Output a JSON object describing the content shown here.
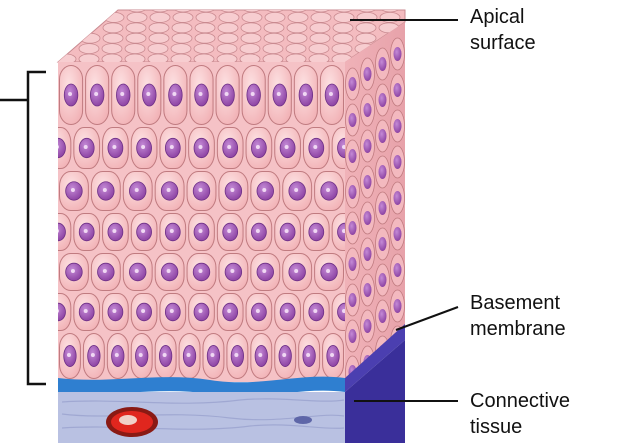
{
  "labels": {
    "apical": [
      "Apical",
      "surface"
    ],
    "basement": [
      "Basement",
      "membrane"
    ],
    "connective": [
      "Connective",
      "tissue"
    ]
  },
  "colors": {
    "cell_fill": "#f7c6c8",
    "cell_outline": "#c07b80",
    "nucleus": "#9a4fae",
    "basement_front": "#2f7fd0",
    "basement_side": "#4b3fb0",
    "connective_front": "#b8c0e0",
    "connective_side": "#3a2f9a",
    "blood_cell": "#d8201c",
    "leader_line": "#111111"
  }
}
